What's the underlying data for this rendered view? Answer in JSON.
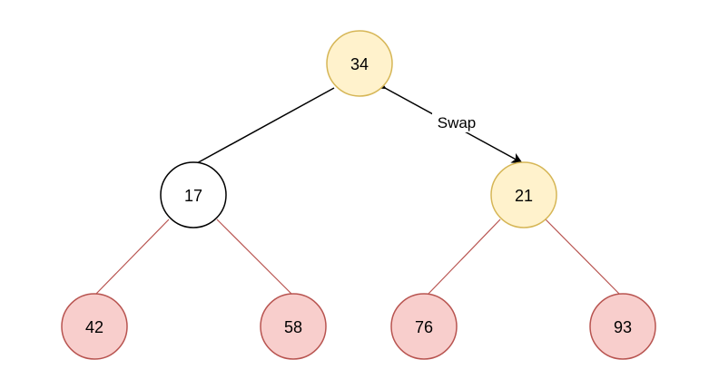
{
  "colors": {
    "highlight_fill": "#fff2cc",
    "highlight_stroke": "#d6b656",
    "leaf_fill": "#f8cecc",
    "leaf_stroke": "#b85450",
    "default_fill": "#ffffff",
    "default_stroke": "#000000",
    "edge_black": "#000000",
    "edge_red": "#b85450"
  },
  "nodes": {
    "root": {
      "label": "34",
      "style": "highlight"
    },
    "left": {
      "label": "17",
      "style": "default"
    },
    "right": {
      "label": "21",
      "style": "highlight"
    },
    "left_left": {
      "label": "42",
      "style": "leaf"
    },
    "left_right": {
      "label": "58",
      "style": "leaf"
    },
    "right_left": {
      "label": "76",
      "style": "leaf"
    },
    "right_right": {
      "label": "93",
      "style": "leaf"
    }
  },
  "edges": [
    {
      "from": "root",
      "to": "left",
      "color": "edge_black"
    },
    {
      "from": "left",
      "to": "left_left",
      "color": "edge_red"
    },
    {
      "from": "left",
      "to": "left_right",
      "color": "edge_red"
    },
    {
      "from": "right",
      "to": "right_left",
      "color": "edge_red"
    },
    {
      "from": "right",
      "to": "right_right",
      "color": "edge_red"
    }
  ],
  "swap": {
    "label": "Swap",
    "between": [
      "root",
      "right"
    ]
  }
}
